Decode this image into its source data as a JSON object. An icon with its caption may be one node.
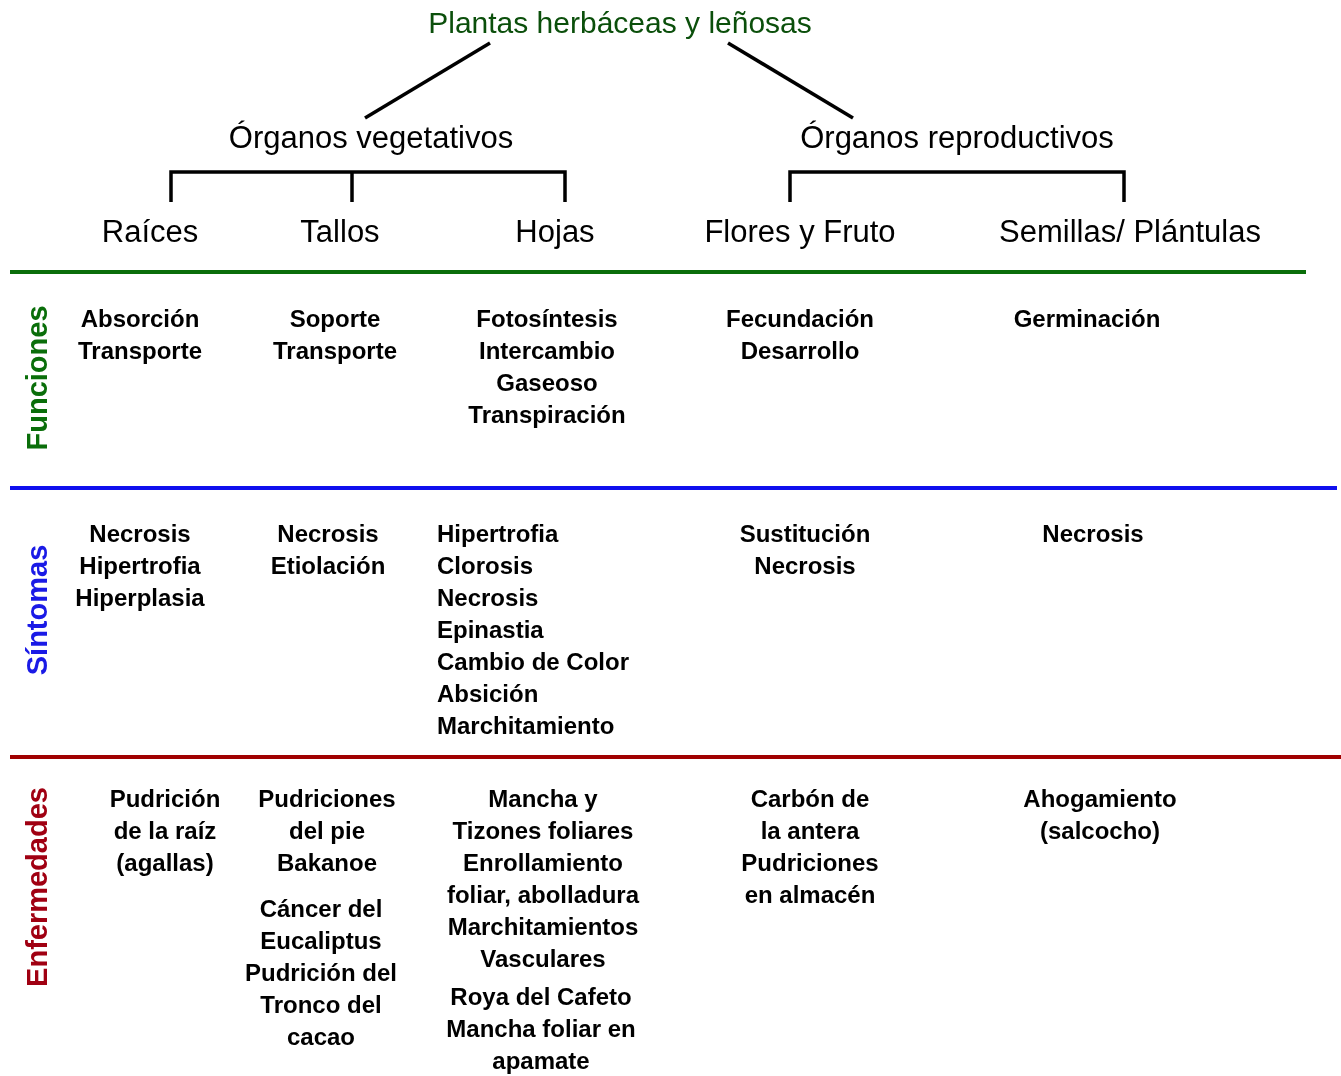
{
  "diagram": {
    "nodes": [
      {
        "text": [
          "Plantas herbáceas y leñosas"
        ]
      },
      {
        "text": [
          "Órganos vegetativos"
        ]
      },
      {
        "text": [
          "Órganos reproductivos"
        ]
      },
      {
        "text": [
          "Raíces"
        ]
      },
      {
        "text": [
          "Tallos"
        ]
      },
      {
        "text": [
          "Hojas"
        ]
      },
      {
        "text": [
          "Flores y Fruto"
        ]
      },
      {
        "text": [
          "Semillas/ Plántulas"
        ]
      }
    ],
    "edges": [
      {
        "from": 0,
        "to": 1,
        "arrow": "none"
      },
      {
        "from": 0,
        "to": 2,
        "arrow": "none"
      },
      {
        "from": 1,
        "to": 3,
        "arrow": "none"
      },
      {
        "from": 1,
        "to": 4,
        "arrow": "none"
      },
      {
        "from": 1,
        "to": 5,
        "arrow": "none"
      },
      {
        "from": 2,
        "to": 6,
        "arrow": "none"
      },
      {
        "from": 2,
        "to": 7,
        "arrow": "none"
      }
    ],
    "labels": [
      "Funciones",
      "Absorción",
      "Transporte",
      "Soporte",
      "Transporte",
      "Fotosíntesis",
      "Intercambio Gaseoso",
      "Transpiración",
      "Fecundación",
      "Desarrollo",
      "Germinación",
      "Síntomas",
      "Necrosis",
      "Hipertrofia",
      "Hiperplasia",
      "Necrosis",
      "Etiolación",
      "Hipertrofia",
      "Clorosis",
      "Necrosis",
      "Epinastia",
      "Cambio de Color",
      "Absición",
      "Marchitamiento",
      "Sustitución",
      "Necrosis",
      "Necrosis",
      "Enfermedades",
      "Pudrición de la raíz (agallas)",
      "Pudriciones del pie",
      "Bakanoe",
      "Cáncer del Eucaliptus",
      "Pudrición del Tronco del cacao",
      "Mancha y Tizones foliares",
      "Enrollamiento foliar, abolladura",
      "Marchitamientos Vasculares",
      "Roya del Cafeto",
      "Mancha foliar en apamate",
      "Carbón de la antera",
      "Pudriciones en almacén",
      "Ahogamiento (salcocho)"
    ]
  }
}
